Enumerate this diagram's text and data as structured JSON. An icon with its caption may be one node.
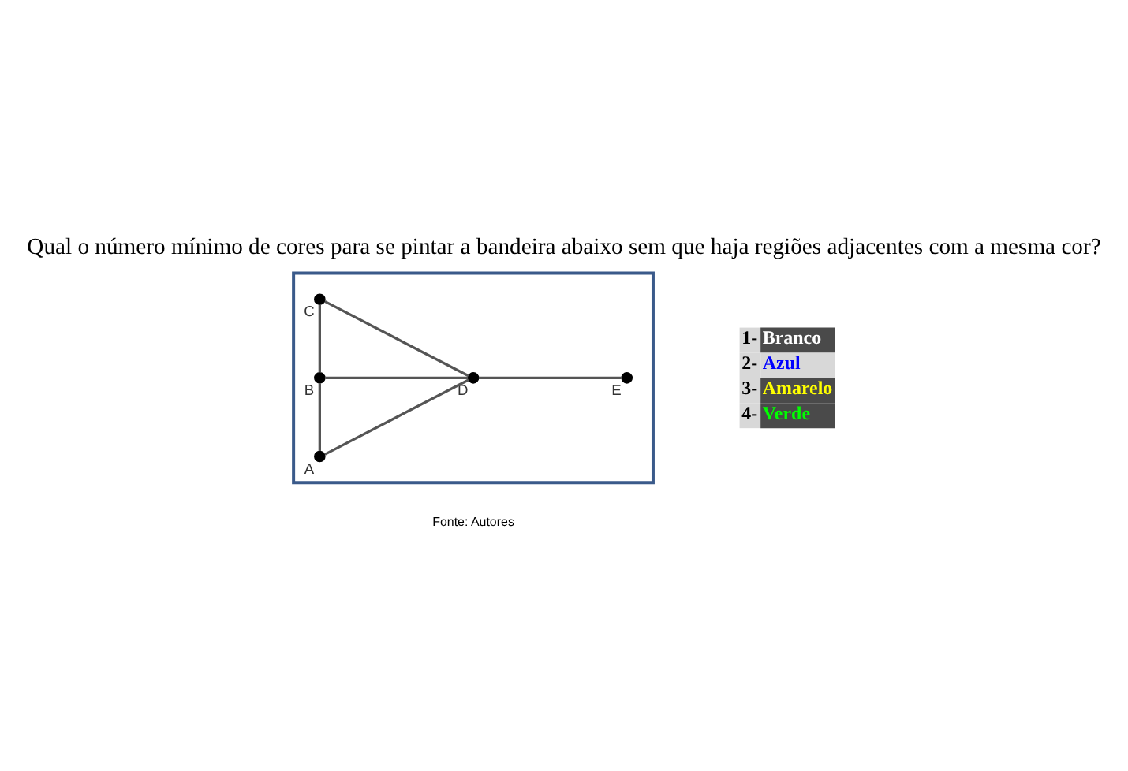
{
  "diagram": {
    "title": "Qual o número mínimo de cores para se pintar a bandeira abaixo sem que haja regiões adjacentes com a mesma cor?",
    "nodes": [
      {
        "text": [],
        "shape": "box"
      },
      {
        "text": [],
        "shape": "circle",
        "beside": [
          "A"
        ],
        "in": 0
      },
      {
        "text": [],
        "shape": "circle",
        "beside": [
          "B"
        ],
        "in": 0
      },
      {
        "text": [],
        "shape": "circle",
        "beside": [
          "C"
        ],
        "in": 0
      },
      {
        "text": [],
        "shape": "circle",
        "beside": [
          "D"
        ],
        "in": 0
      },
      {
        "text": [],
        "shape": "circle",
        "beside": [
          "E"
        ],
        "in": 0
      }
    ],
    "edges": [
      {
        "from": 1,
        "to": 2,
        "arrow": "none"
      },
      {
        "from": 2,
        "to": 3,
        "arrow": "none"
      },
      {
        "from": 1,
        "to": 4,
        "arrow": "none"
      },
      {
        "from": 2,
        "to": 4,
        "arrow": "none"
      },
      {
        "from": 3,
        "to": 4,
        "arrow": "none"
      },
      {
        "from": 4,
        "to": 5,
        "arrow": "none"
      }
    ],
    "labels": [
      "Fonte: Autores"
    ],
    "legend": [
      {
        "text": "1-Branco",
        "color": "#ffffff"
      },
      {
        "text": "2-Azul",
        "color": "#0000ff"
      },
      {
        "text": "3-Amarelo",
        "color": "#ffff00"
      },
      {
        "text": "4-Verde",
        "color": "#00ff00"
      }
    ]
  }
}
